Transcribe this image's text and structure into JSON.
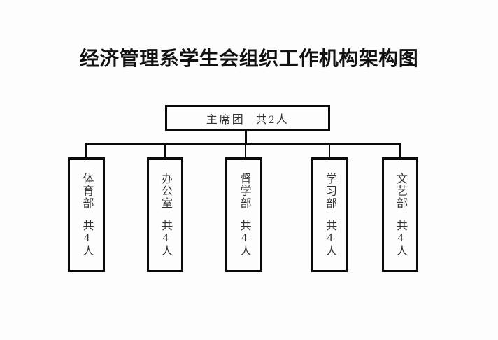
{
  "title": "经济管理系学生会组织工作机构架构图",
  "root": {
    "label": "主席团 共2人"
  },
  "departments": [
    {
      "name": "体育部",
      "headcount": "共4人"
    },
    {
      "name": "办公室",
      "headcount": "共4人"
    },
    {
      "name": "督学部",
      "headcount": "共4人"
    },
    {
      "name": "学习部",
      "headcount": "共4人"
    },
    {
      "name": "文艺部",
      "headcount": "共4人"
    }
  ],
  "colors": {
    "line": "#0a0a0a",
    "title_text": "#111111",
    "box_text": "#333333",
    "background": "#fdfdfd"
  }
}
